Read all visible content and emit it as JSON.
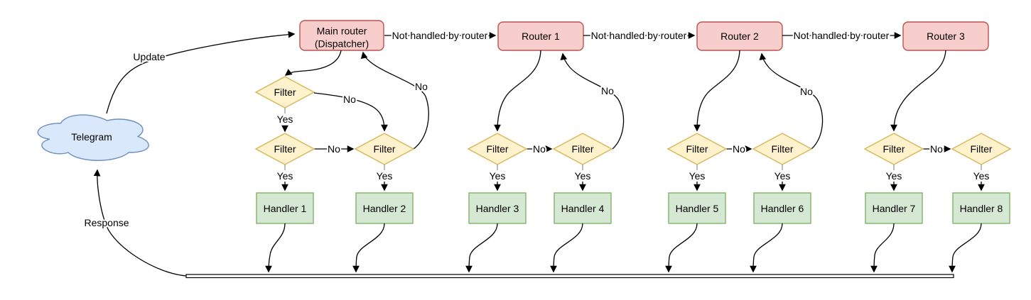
{
  "diagram": {
    "nodes": {
      "telegram": "Telegram",
      "main_router_line1": "Main router",
      "main_router_line2": "(Dispatcher)",
      "router1": "Router 1",
      "router2": "Router 2",
      "router3": "Router 3",
      "filter": "Filter",
      "handlers": [
        "Handler 1",
        "Handler 2",
        "Handler 3",
        "Handler 4",
        "Handler 5",
        "Handler 6",
        "Handler 7",
        "Handler 8"
      ]
    },
    "edge_labels": {
      "update": "Update",
      "response": "Response",
      "not_handled": "Not handled by router",
      "yes": "Yes",
      "no": "No"
    },
    "colors": {
      "router_fill": "#f8cecc",
      "router_stroke": "#b85450",
      "filter_fill": "#fff2cc",
      "filter_stroke": "#d6b656",
      "handler_fill": "#d5e8d4",
      "handler_stroke": "#82b366",
      "cloud_fill": "#dae8fc",
      "cloud_stroke": "#6c8ebf",
      "edge_color": "#000000",
      "stub_color": "#999999"
    }
  }
}
